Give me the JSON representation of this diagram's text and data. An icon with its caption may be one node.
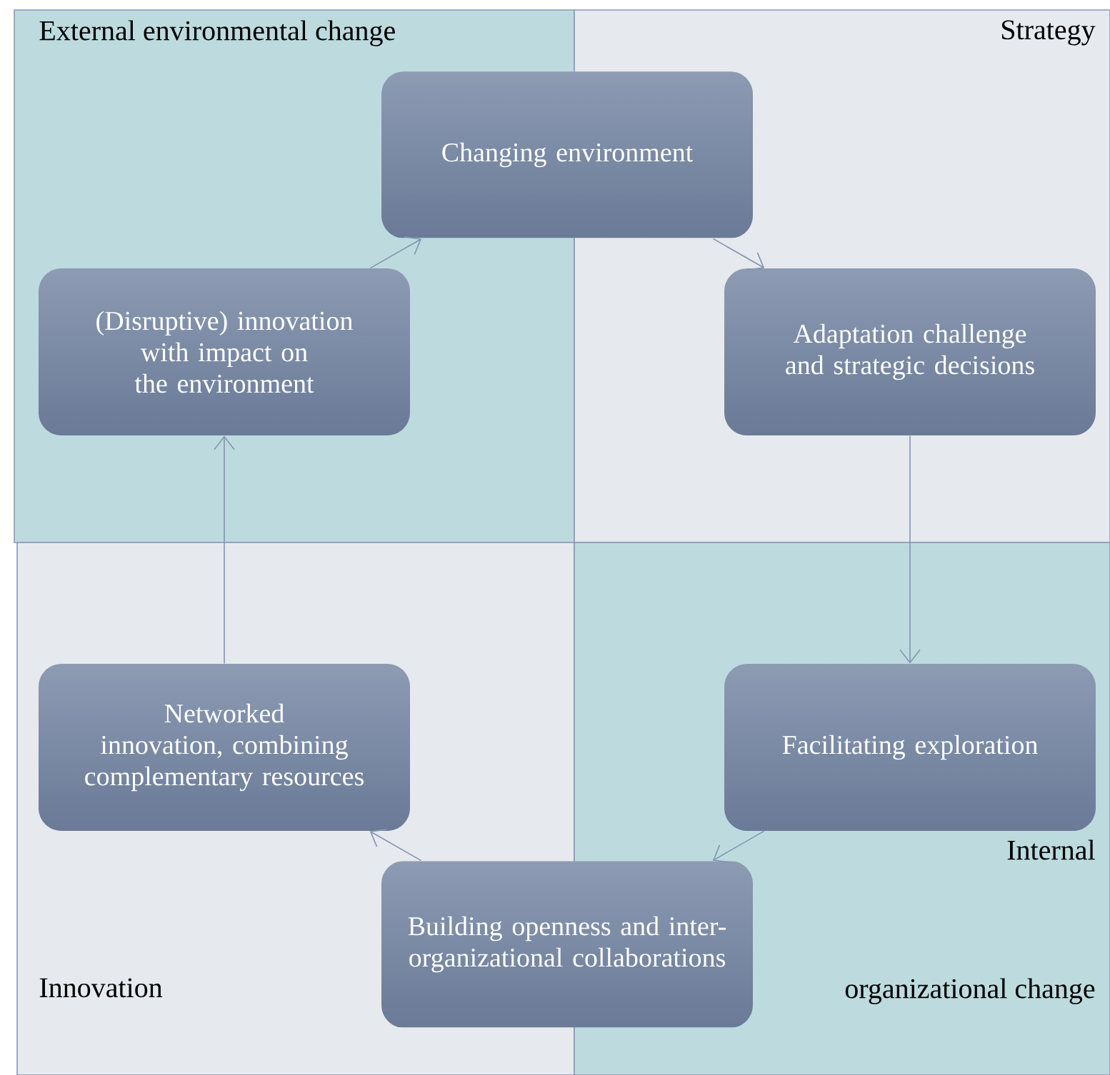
{
  "diagram": {
    "nodes": [
      {
        "text": [
          "External environmental change"
        ]
      },
      {
        "text": [
          "Strategy"
        ]
      },
      {
        "text": [
          "Innovation"
        ]
      },
      {
        "text": [
          "Internal",
          "organizational change"
        ]
      },
      {
        "text": [
          "Changing environment"
        ]
      },
      {
        "text": [
          "(Disruptive) innovation with impact on the environment"
        ],
        "in": 0
      },
      {
        "text": [
          "Adaptation challenge and strategic decisions"
        ],
        "in": 1
      },
      {
        "text": [
          "Networked innovation, combining complementary resources"
        ],
        "in": 2
      },
      {
        "text": [
          "Facilitating exploration"
        ],
        "in": 3
      },
      {
        "text": [
          "Building openness and inter-organizational collaborations"
        ]
      }
    ],
    "edges": [
      {
        "from": 5,
        "to": 4,
        "arrow": "to"
      },
      {
        "from": 4,
        "to": 6,
        "arrow": "to"
      },
      {
        "from": 6,
        "to": 8,
        "arrow": "to"
      },
      {
        "from": 8,
        "to": 9,
        "arrow": "to"
      },
      {
        "from": 9,
        "to": 7,
        "arrow": "to"
      },
      {
        "from": 7,
        "to": 5,
        "arrow": "to"
      }
    ]
  }
}
